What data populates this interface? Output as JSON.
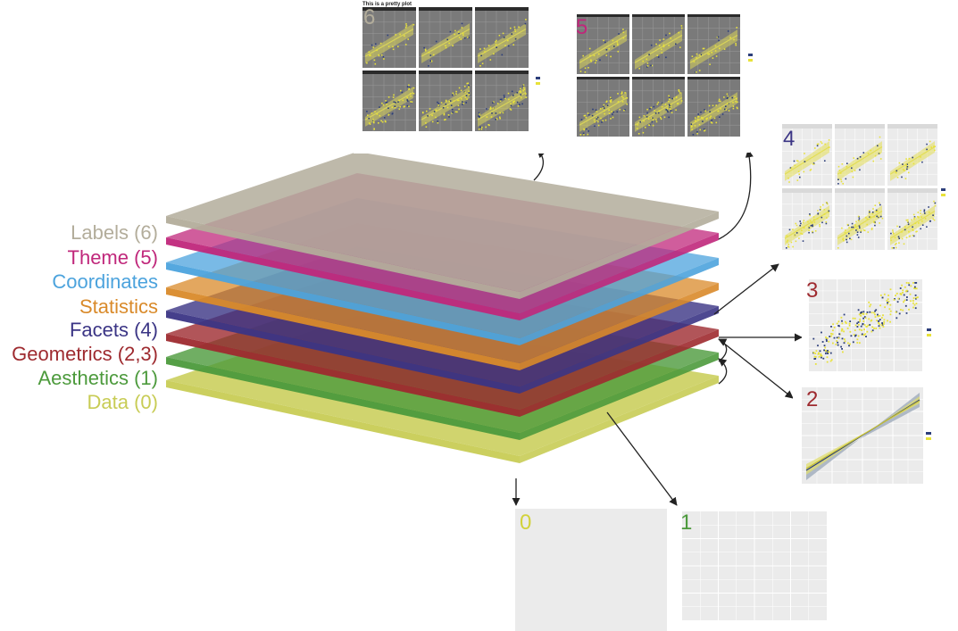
{
  "layers": [
    {
      "key": "data",
      "label": "Data (0)",
      "color": "#c8cc55"
    },
    {
      "key": "aesthetics",
      "label": "Aesthetics (1)",
      "color": "#4c9a3c"
    },
    {
      "key": "geometrics",
      "label": "Geometrics (2,3)",
      "color": "#9e2a2f"
    },
    {
      "key": "facets",
      "label": "Facets (4)",
      "color": "#3b3585"
    },
    {
      "key": "statistics",
      "label": "Statistics",
      "color": "#d98a2a"
    },
    {
      "key": "coordinates",
      "label": "Coordinates",
      "color": "#4ca3dd"
    },
    {
      "key": "theme",
      "label": "Theme (5)",
      "color": "#c0277b"
    },
    {
      "key": "labels",
      "label": "Labels (6)",
      "color": "#b3ad9b"
    }
  ],
  "panels": {
    "p0": {
      "number": "0",
      "color": "#d2d23a"
    },
    "p1": {
      "number": "1",
      "color": "#4c9a3c"
    },
    "p2": {
      "number": "2",
      "color": "#9e2a2f"
    },
    "p3": {
      "number": "3",
      "color": "#9e2a2f"
    },
    "p4": {
      "number": "4",
      "color": "#3b3585"
    },
    "p5": {
      "number": "5",
      "color": "#c0277b"
    },
    "p6": {
      "number": "6",
      "color": "#b3ad9b",
      "title": "This is a pretty plot"
    }
  },
  "colors": {
    "point_yellow": "#e8e23a",
    "point_navy": "#2c3e7a",
    "panel_grey": "#ebebeb",
    "dark_panel": "#7a7a7a",
    "strip_dark": "#2b2b2b",
    "arrow": "#222222"
  }
}
